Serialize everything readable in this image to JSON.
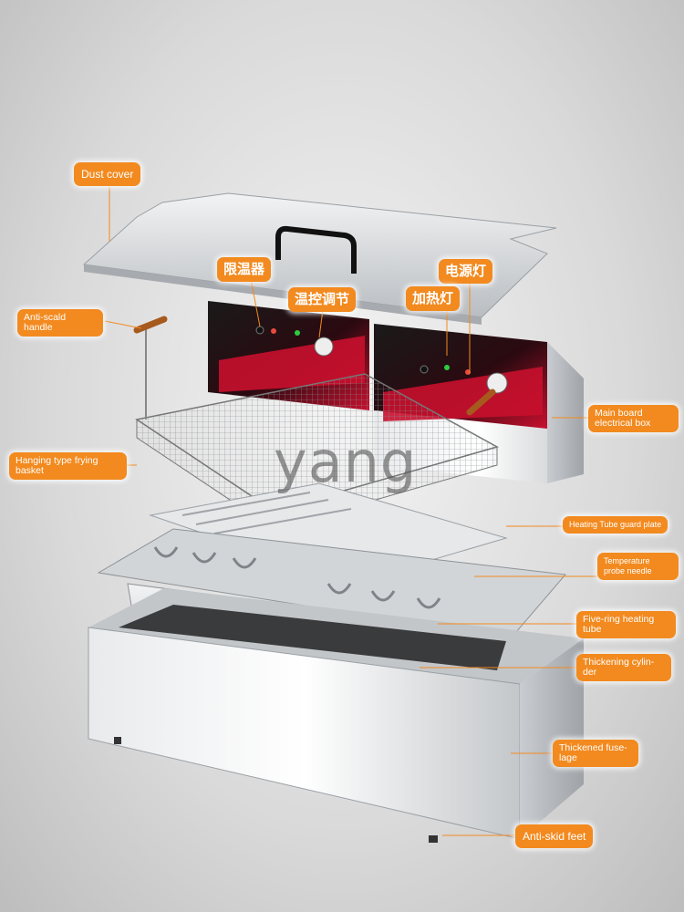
{
  "diagram": {
    "watermark": "yang",
    "labels": {
      "dust_cover": "Dust cover",
      "temp_limiter": "限温器",
      "power_light": "电源灯",
      "temp_control": "温控调节",
      "heating_light": "加热灯",
      "anti_scald_handle": "Anti-scald handle",
      "main_board": "Main board electrical box",
      "frying_basket": "Hanging type frying basket",
      "tube_guard": "Heating Tube guard plate",
      "probe_needle": "Temperature probe needle",
      "heating_tube": "Five-ring heating tube",
      "cylinder": "Thickening cylin- der",
      "fuselage": "Thickened fuse- lage",
      "anti_skid_feet": "Anti-skid feet"
    },
    "colors": {
      "callout": "#f28a1f",
      "panel_red": "#c8102e",
      "steel": "#d8dbde"
    }
  }
}
